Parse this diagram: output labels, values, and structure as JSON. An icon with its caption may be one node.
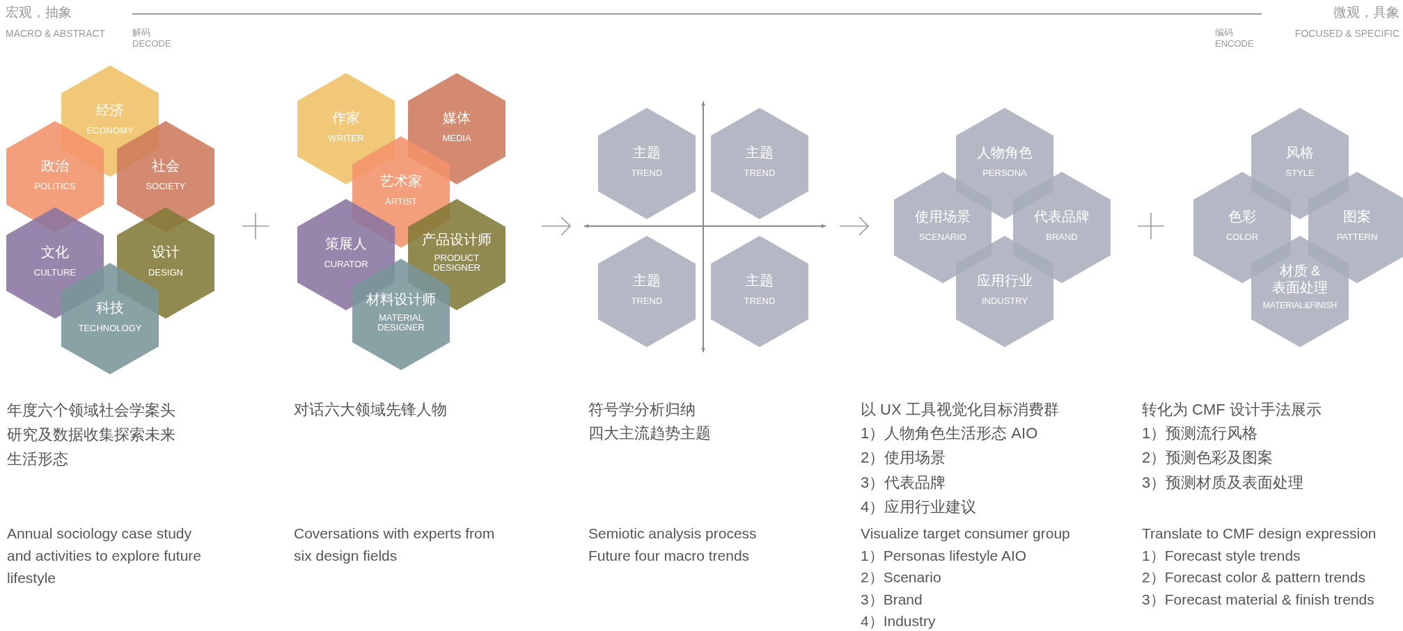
{
  "diagram": {
    "nodes": [
      {
        "text": [
          "经济",
          "ECONOMY"
        ]
      },
      {
        "text": [
          "政治",
          "POLITICS"
        ]
      },
      {
        "text": [
          "社会",
          "SOCIETY"
        ]
      },
      {
        "text": [
          "文化",
          "CULTURE"
        ]
      },
      {
        "text": [
          "设计",
          "DESIGN"
        ]
      },
      {
        "text": [
          "科技",
          "TECHNOLOGY"
        ]
      },
      {
        "text": [
          "作家",
          "WRITER"
        ]
      },
      {
        "text": [
          "媒体",
          "MEDIA"
        ]
      },
      {
        "text": [
          "艺术家",
          "ARTIST"
        ]
      },
      {
        "text": [
          "策展人",
          "CURATOR"
        ]
      },
      {
        "text": [
          "产品设计师",
          "PRODUCT DESIGNER"
        ]
      },
      {
        "text": [
          "材料设计师",
          "MATERIAL DESIGNER"
        ]
      },
      {
        "text": [
          "主题",
          "TREND"
        ]
      },
      {
        "text": [
          "主题",
          "TREND"
        ]
      },
      {
        "text": [
          "主题",
          "TREND"
        ]
      },
      {
        "text": [
          "主题",
          "TREND"
        ]
      },
      {
        "text": [
          "人物角色",
          "PERSONA"
        ]
      },
      {
        "text": [
          "使用场景",
          "SCENARIO"
        ]
      },
      {
        "text": [
          "代表品牌",
          "BRAND"
        ]
      },
      {
        "text": [
          "应用行业",
          "INDUSTRY"
        ]
      },
      {
        "text": [
          "风格",
          "STYLE"
        ]
      },
      {
        "text": [
          "色彩",
          "COLOR"
        ]
      },
      {
        "text": [
          "图案",
          "PATTERN"
        ]
      },
      {
        "text": [
          "材质 & 表面处理",
          "MATERIAL&FINISH"
        ]
      }
    ],
    "labels": [
      "宏观，抽象",
      "MACRO & ABSTRACT",
      "解码 DECODE",
      "编码 ENCODE",
      "微观，具象",
      "FOCUSED & SPECIFIC",
      "年度六个领域社会学案头研究及数据收集探索未来生活形态",
      "Annual sociology case study and activities to explore future lifestyle",
      "对话六大领域先锋人物",
      "Coversations with experts from six design fields",
      "符号学分析归纳",
      "四大主流趋势主题",
      "Semiotic analysis process",
      "Future four macro trends",
      "以 UX 工具视觉化目标消费群",
      "1）人物角色生活形态 AIO",
      "2）使用场景",
      "3）代表品牌",
      "4）应用行业建议",
      "Visualize target consumer group",
      "1）Personas lifestyle AIO",
      "2）Scenario",
      "3）Brand",
      "4）Industry",
      "转化为 CMF 设计手法展示",
      "1）预测流行风格",
      "2）预测色彩及图案",
      "3）预测材质及表面处理",
      "Translate to CMF design expression",
      "1）Forecast style trends",
      "2）Forecast color & pattern trends",
      "3）Forecast material & finish trends"
    ]
  }
}
